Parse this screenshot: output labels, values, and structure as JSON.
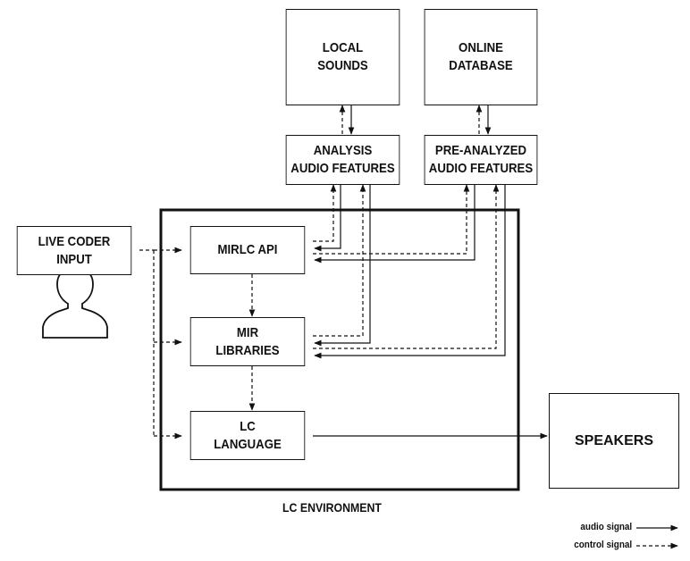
{
  "nodes": {
    "local_sounds": "LOCAL\nSOUNDS",
    "online_database": "ONLINE\nDATABASE",
    "analysis_features": "ANALYSIS\nAUDIO FEATURES",
    "preanalyzed_features": "PRE-ANALYZED\nAUDIO FEATURES",
    "live_coder_input": "LIVE CODER\nINPUT",
    "mirlc_api": "MIRLC API",
    "mir_libraries": "MIR\nLIBRARIES",
    "lc_language": "LC\nLANGUAGE",
    "speakers": "SPEAKERS"
  },
  "environment_label": "LC ENVIRONMENT",
  "legend": {
    "audio": "audio signal",
    "control": "control signal"
  },
  "icons": {
    "person": "person-icon",
    "speaker": "speaker-icon"
  }
}
